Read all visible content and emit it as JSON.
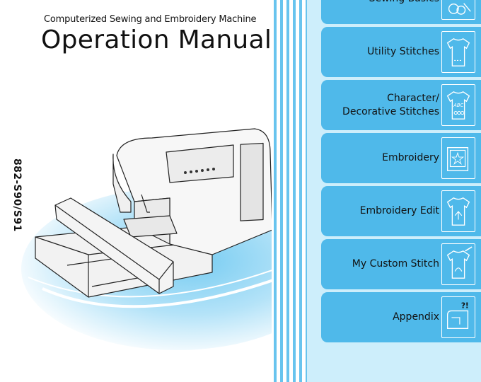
{
  "cover": {
    "subtitle": "Computerized Sewing and Embroidery Machine",
    "title": "Operation Manual",
    "model_code": "882-S90/S91"
  },
  "sections": [
    {
      "label": "Sewing Basics",
      "icon": "sewing-basics-icon"
    },
    {
      "label": "Utility Stitches",
      "icon": "utility-stitches-icon"
    },
    {
      "label": "Character/\nDecorative Stitches",
      "icon": "character-decorative-icon"
    },
    {
      "label": "Embroidery",
      "icon": "embroidery-frame-icon"
    },
    {
      "label": "Embroidery Edit",
      "icon": "embroidery-edit-icon"
    },
    {
      "label": "My Custom Stitch",
      "icon": "my-custom-stitch-icon"
    },
    {
      "label": "Appendix",
      "icon": "appendix-icon"
    }
  ],
  "icon_text": {
    "character_sample": "ABC",
    "appendix_marks": "?!"
  },
  "colors": {
    "tab_blue": "#4fb9ea",
    "panel_blue": "#cdeefb",
    "stripe_blue": "#68c4ee",
    "text": "#111111"
  }
}
